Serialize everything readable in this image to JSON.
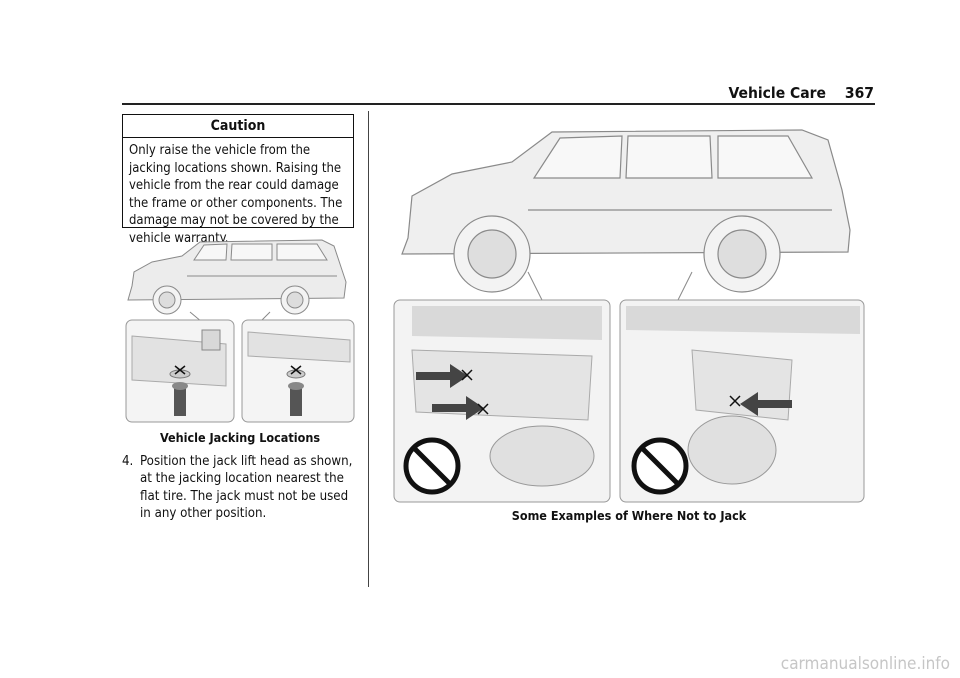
{
  "header": {
    "section_title": "Vehicle Care",
    "page_number": "367"
  },
  "caution": {
    "title": "Caution",
    "body": "Only raise the vehicle from the jacking locations shown. Raising the vehicle from the rear could damage the frame or other components. The damage may not be covered by the vehicle warranty."
  },
  "figure_left": {
    "caption": "Vehicle Jacking Locations"
  },
  "step": {
    "number": "4.",
    "text": "Position the jack lift head as shown, at the jacking location nearest the flat tire. The jack must not be used in any other position."
  },
  "figure_right": {
    "caption": "Some Examples of Where Not to Jack"
  },
  "watermark": "carmanualsonline.info"
}
